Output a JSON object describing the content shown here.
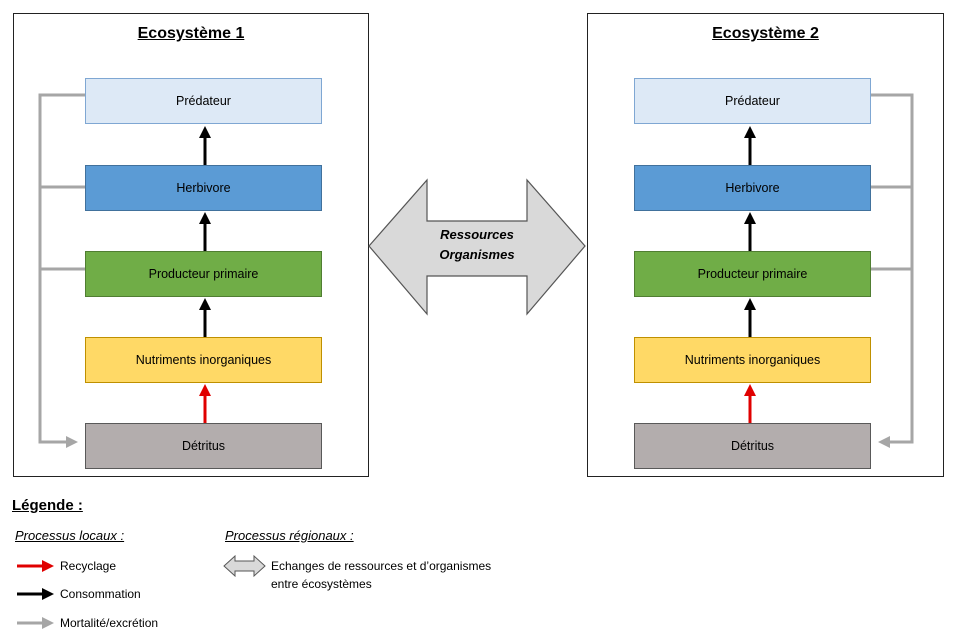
{
  "ecosystem1": {
    "title": "Ecosystème 1",
    "levels": {
      "predator": "Prédateur",
      "herbivore": "Herbivore",
      "producer": "Producteur primaire",
      "nutrients": "Nutriments inorganiques",
      "detritus": "Détritus"
    }
  },
  "ecosystem2": {
    "title": "Ecosystème 2",
    "levels": {
      "predator": "Prédateur",
      "herbivore": "Herbivore",
      "producer": "Producteur primaire",
      "nutrients": "Nutriments inorganiques",
      "detritus": "Détritus"
    }
  },
  "exchange": {
    "line1": "Ressources",
    "line2": "Organismes"
  },
  "legend": {
    "title": "Légende :",
    "local_heading": "Processus locaux :",
    "regional_heading": "Processus régionaux :",
    "recycling": "Recyclage",
    "consumption": "Consommation",
    "mortality": "Mortalité/excrétion",
    "exchange_line1": "Echanges de ressources et d’organismes",
    "exchange_line2": "entre écosystèmes"
  },
  "colors": {
    "predator": "#dde9f6",
    "herbivore": "#5b9bd5",
    "producer": "#70ad47",
    "nutrients": "#ffd966",
    "detritus": "#b3adad",
    "recycling_arrow": "#e00000",
    "consumption_arrow": "#000000",
    "mortality_arrow": "#a6a6a6",
    "exchange_arrow": "#d9d9d9"
  }
}
